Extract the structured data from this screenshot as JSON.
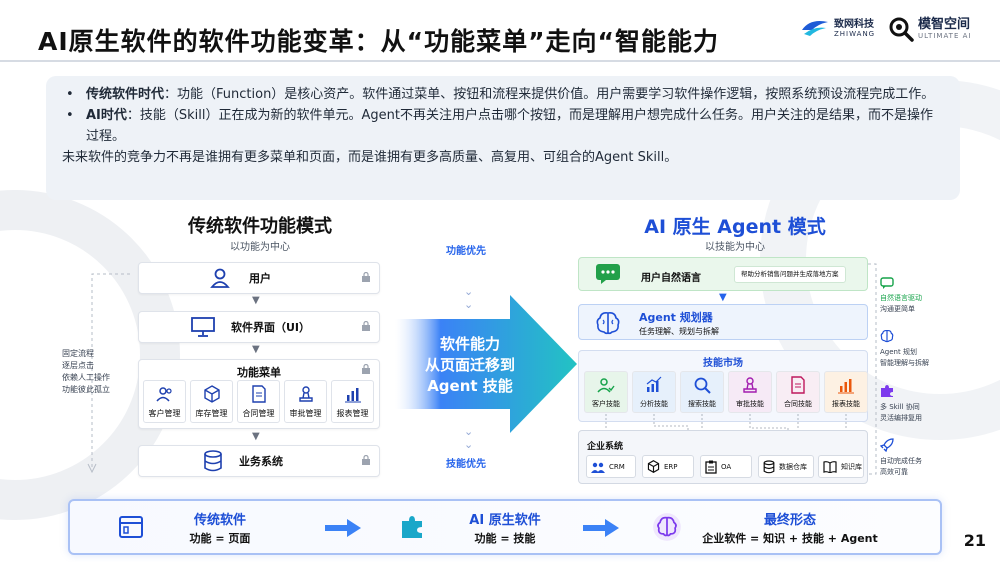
{
  "header": {
    "title": "AI原生软件的软件功能变革：从“功能菜单”走向“智能能力",
    "logo1_cn": "致网科技",
    "logo1_en": "ZHIWANG",
    "logo2_cn": "模智空间",
    "logo2_en": "ULTIMATE AI"
  },
  "summary": {
    "b1_strong": "传统软件时代",
    "b1_text": "：功能（Function）是核心资产。软件通过菜单、按钮和流程来提供价值。用户需要学习软件操作逻辑，按照系统预设流程完成工作。",
    "b2_strong": "AI时代",
    "b2_text": "：技能（Skill）正在成为新的软件单元。Agent不再关注用户点击哪个按钮，而是理解用户想完成什么任务。用户关注的是结果，而不是操作过程。",
    "conclusion": "未来软件的竞争力不再是谁拥有更多菜单和页面，而是谁拥有更多高质量、高复用、可组合的Agent Skill。"
  },
  "left": {
    "title": "传统软件功能模式",
    "subtitle": "以功能为中心",
    "layers": [
      {
        "label": "用户",
        "icon": "user-icon"
      },
      {
        "label": "软件界面（UI）",
        "icon": "monitor-icon"
      },
      {
        "label": "功能菜单",
        "icon": "menu-icon"
      },
      {
        "label": "业务系统",
        "icon": "database-icon"
      }
    ],
    "modules": [
      {
        "label": "客户管理",
        "icon": "customers-icon"
      },
      {
        "label": "库存管理",
        "icon": "cube-icon"
      },
      {
        "label": "合同管理",
        "icon": "document-icon"
      },
      {
        "label": "审批管理",
        "icon": "approval-icon"
      },
      {
        "label": "报表管理",
        "icon": "chart-icon"
      }
    ],
    "side_notes": [
      "固定流程",
      "逐层点击",
      "依赖人工操作",
      "功能彼此孤立"
    ]
  },
  "center": {
    "top_label": "功能优先",
    "arrow_lines": [
      "软件能力",
      "从页面迁移到",
      "Agent 技能"
    ],
    "bottom_label": "技能优先"
  },
  "right": {
    "title": "AI 原生 Agent 模式",
    "subtitle": "以技能为中心",
    "nl_label": "用户自然语言",
    "nl_example": "帮助分析销售问题并生成落地方案",
    "planner_title": "Agent 规划器",
    "planner_sub": "任务理解、规划与拆解",
    "market_title": "技能市场",
    "skills": [
      {
        "label": "客户技能",
        "icon": "customers-icon",
        "color": "#e7f5ea"
      },
      {
        "label": "分析技能",
        "icon": "chart-icon",
        "color": "#e6f0fb"
      },
      {
        "label": "搜索技能",
        "icon": "search-icon",
        "color": "#e6f0fb"
      },
      {
        "label": "审批技能",
        "icon": "approval-icon",
        "color": "#f6eaf6"
      },
      {
        "label": "合同技能",
        "icon": "document-icon",
        "color": "#f8edf4"
      },
      {
        "label": "报表技能",
        "icon": "chart-icon",
        "color": "#fdf1e3"
      }
    ],
    "enterprise_title": "企业系统",
    "enterprise": [
      {
        "label": "CRM",
        "icon": "customers-icon"
      },
      {
        "label": "ERP",
        "icon": "cube-icon"
      },
      {
        "label": "OA",
        "icon": "clipboard-icon"
      },
      {
        "label": "数据仓库",
        "icon": "database-icon"
      },
      {
        "label": "知识库",
        "icon": "book-icon"
      }
    ],
    "features": [
      {
        "l1": "自然语言驱动",
        "l2": "沟通更简单",
        "icon": "chat-icon"
      },
      {
        "l1": "Agent 规划",
        "l2": "智能理解与拆解",
        "icon": "brain-icon"
      },
      {
        "l1": "多 Skill 协同",
        "l2": "灵活编排复用",
        "icon": "puzzle-icon"
      },
      {
        "l1": "自动完成任务",
        "l2": "高效可靠",
        "icon": "rocket-icon"
      }
    ]
  },
  "footer": {
    "items": [
      {
        "title": "传统软件",
        "sub": "功能 = 页面",
        "icon": "window-icon"
      },
      {
        "title": "AI 原生软件",
        "sub": "功能 = 技能",
        "icon": "puzzle-icon"
      },
      {
        "title": "最终形态",
        "sub": "企业软件 = 知识 + 技能 + Agent",
        "icon": "brain-icon"
      }
    ]
  },
  "page_number": "21",
  "colors": {
    "accent_blue": "#2563eb",
    "title_blue": "#1e4fd6",
    "green": "#16a34a",
    "arrow_start": "#3b82f6",
    "arrow_end": "#22c3c3"
  }
}
